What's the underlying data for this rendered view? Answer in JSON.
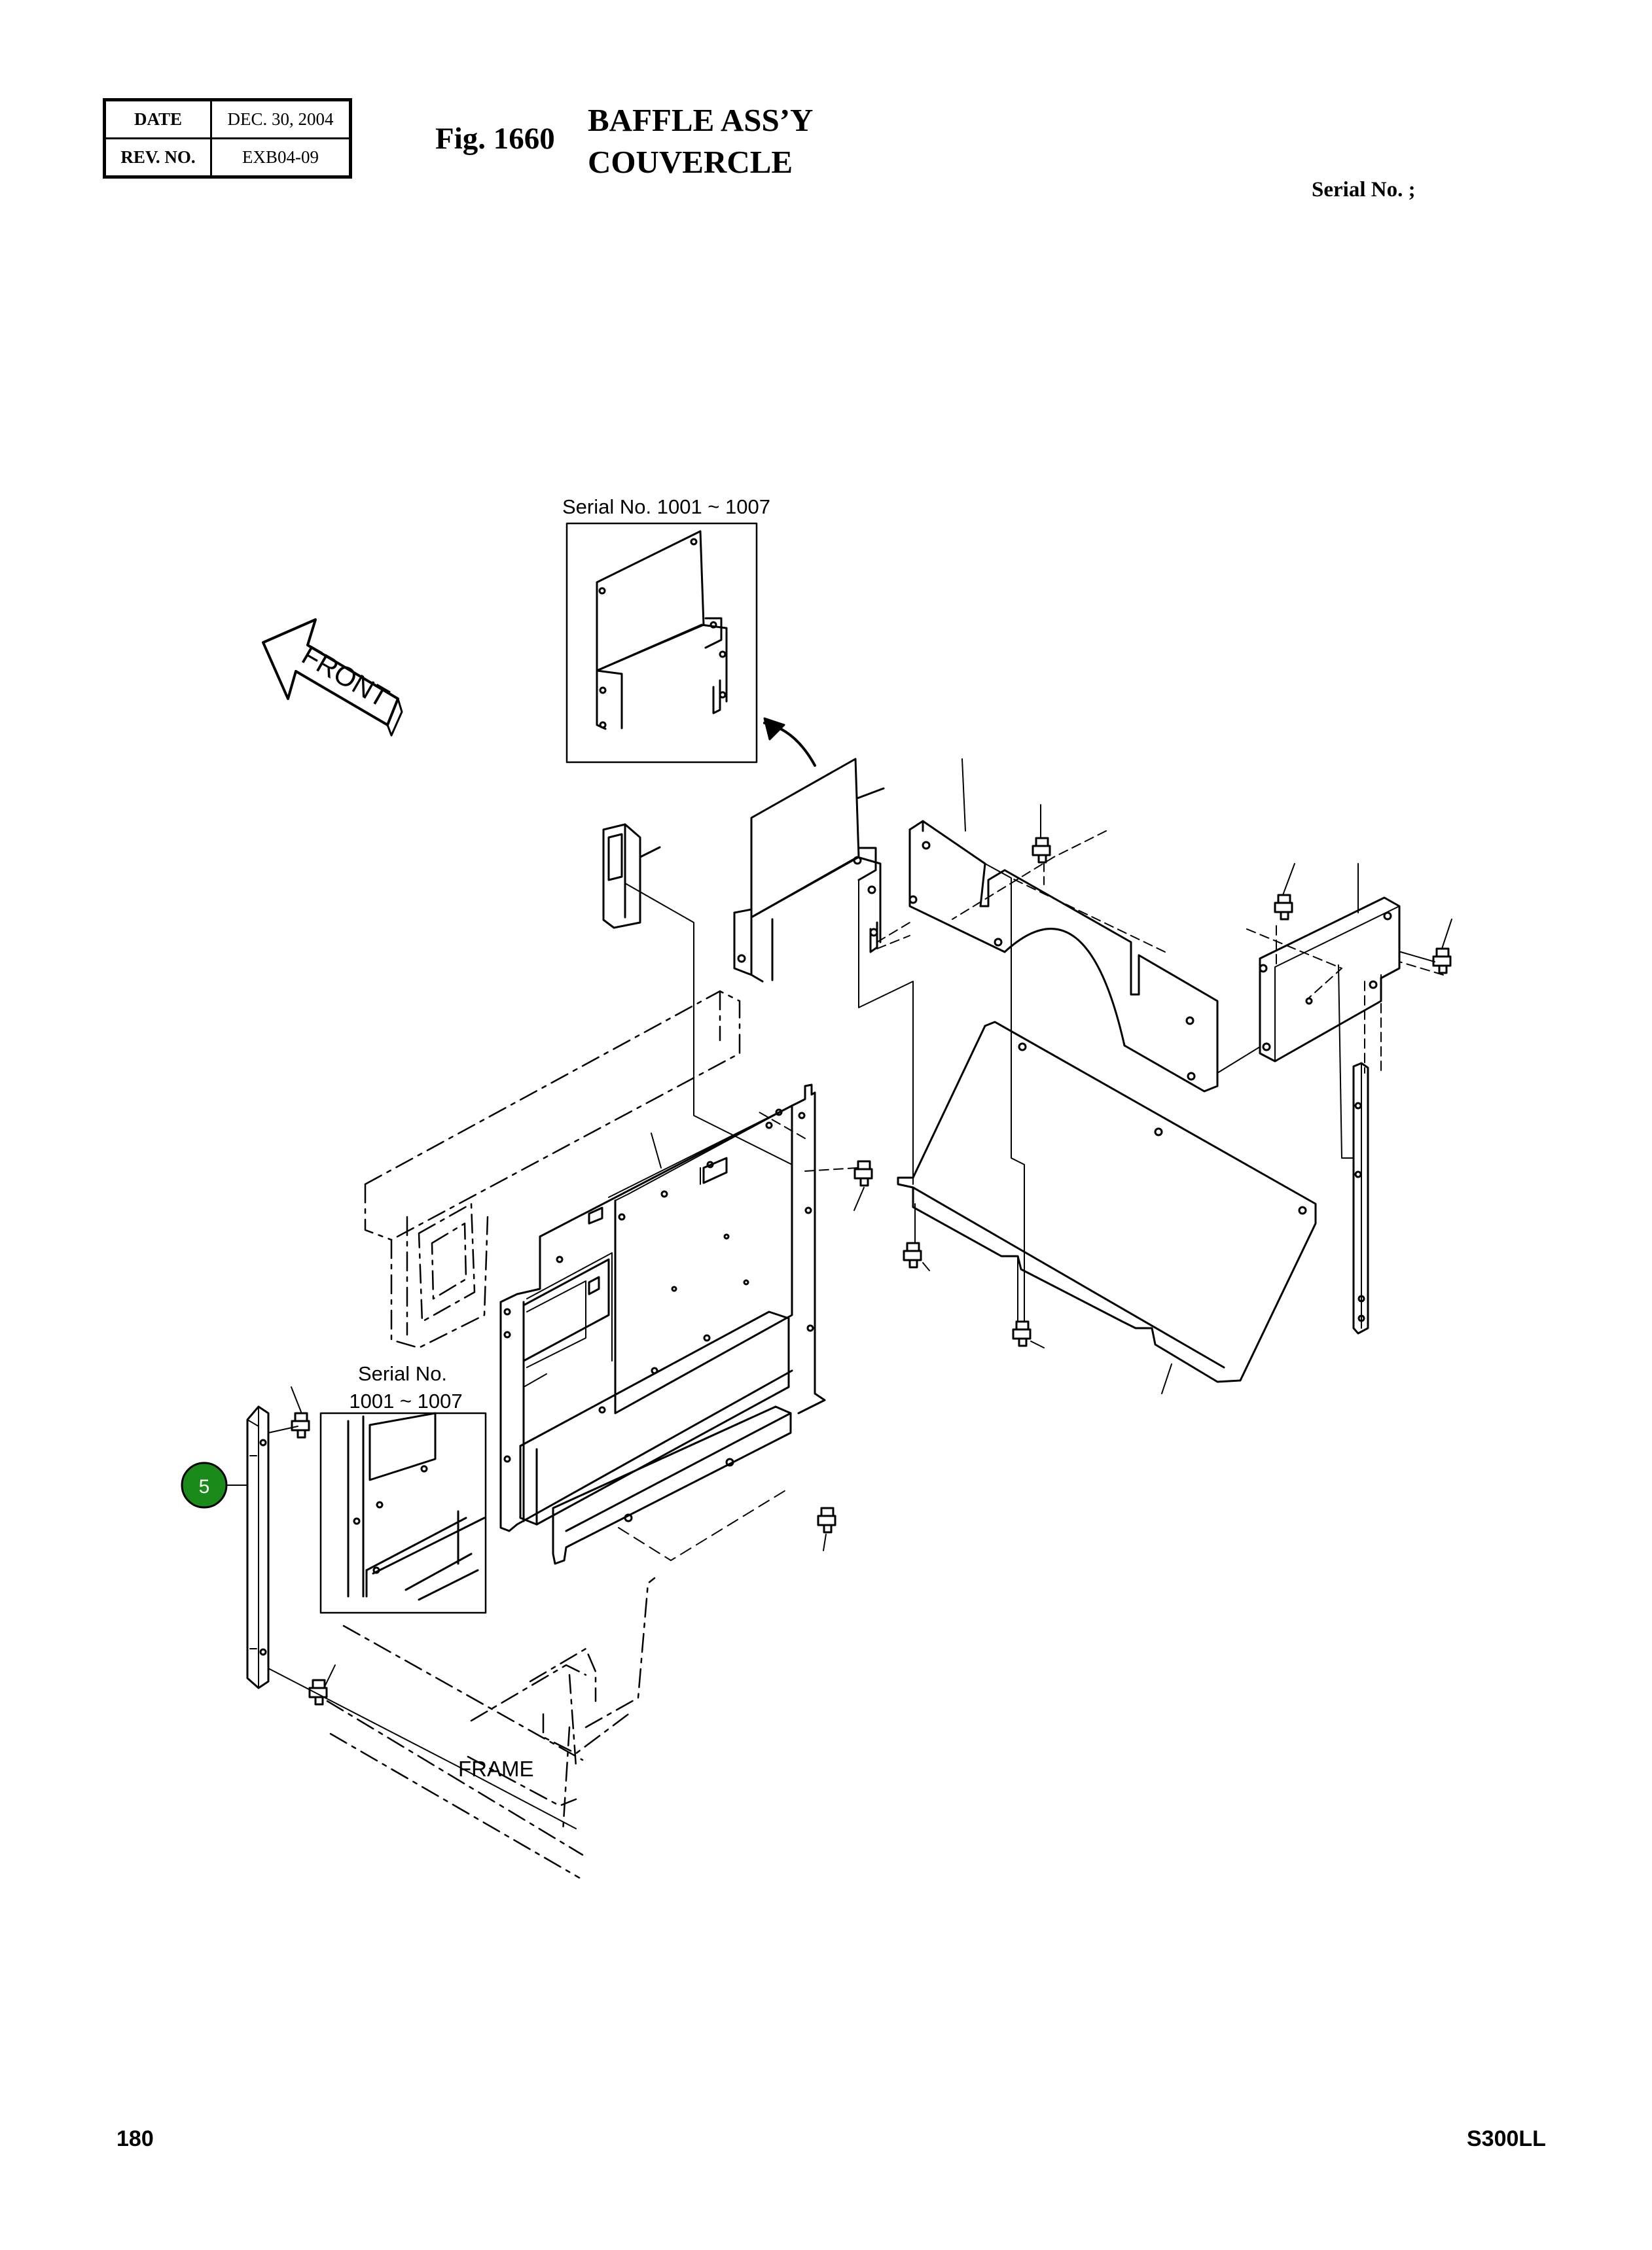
{
  "header": {
    "date_label": "DATE",
    "date_value": "DEC. 30, 2004",
    "rev_label": "REV. NO.",
    "rev_value": "EXB04-09"
  },
  "figure": {
    "number": "Fig. 1660",
    "title_line1": "BAFFLE ASS’Y",
    "title_line2": "COUVERCLE"
  },
  "serial_label": "Serial No. ;",
  "drawing": {
    "inset_top_caption": "Serial No. 1001 ~ 1007",
    "inset_left_caption_line1": "Serial No.",
    "inset_left_caption_line2": "1001 ~ 1007",
    "front_label": "FRONT",
    "frame_label": "FRAME",
    "callout_number": "5",
    "callout_color": "#1a8a1a"
  },
  "footer": {
    "page_number": "180",
    "model": "S300LL"
  }
}
